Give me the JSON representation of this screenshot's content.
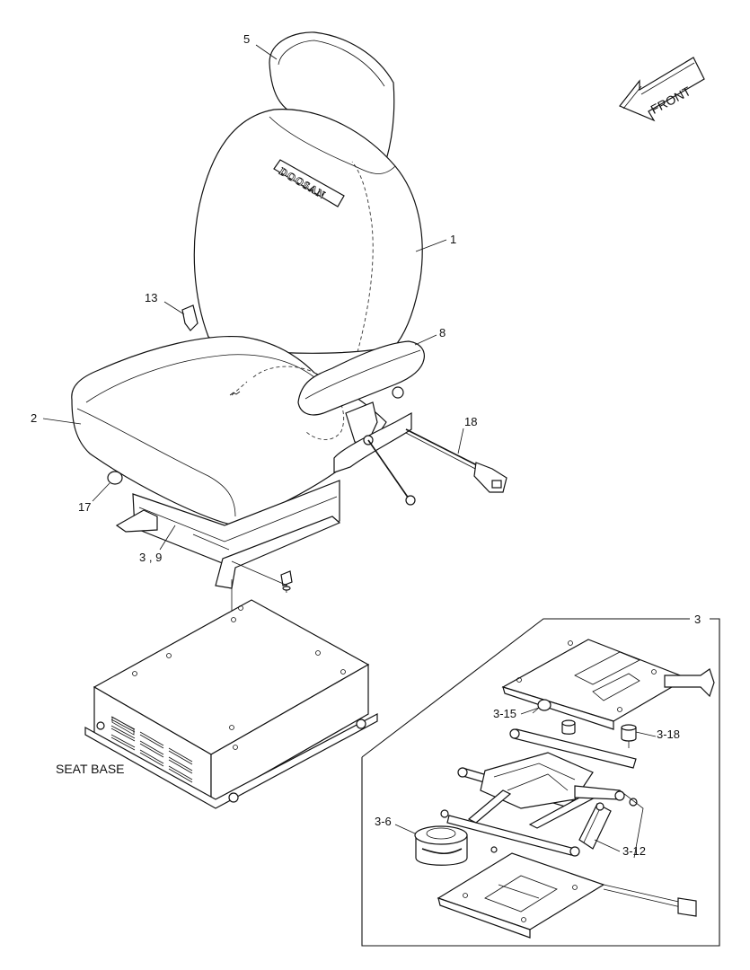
{
  "diagram": {
    "front_label": "FRONT",
    "brand_mark": "DOOSAN",
    "seat_base_label": "SEAT BASE",
    "callouts": {
      "c1": "1",
      "c2": "2",
      "c3_9": "3 , 9",
      "c5": "5",
      "c8": "8",
      "c13": "13",
      "c17": "17",
      "c18": "18",
      "c3": "3",
      "c3_6": "3-6",
      "c3_12": "3-12",
      "c3_15": "3-15",
      "c3_18": "3-18"
    }
  }
}
